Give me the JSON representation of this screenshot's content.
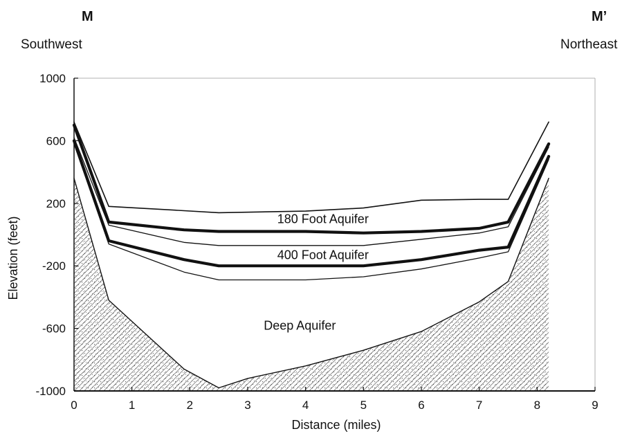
{
  "section": {
    "left_end": "M",
    "right_end": "M’",
    "left_direction": "Southwest",
    "right_direction": "Northeast"
  },
  "axes": {
    "xlabel": "Distance (miles)",
    "ylabel": "Elevation (feet)",
    "x_ticks": [
      "0",
      "1",
      "2",
      "3",
      "4",
      "5",
      "6",
      "7",
      "8",
      "9"
    ],
    "y_ticks": [
      "1000",
      "600",
      "200",
      "-200",
      "-600",
      "-1000"
    ],
    "xlim": [
      0,
      9
    ],
    "ylim": [
      -1000,
      1000
    ]
  },
  "aquifers": {
    "upper": "180 Foot Aquifer",
    "middle": "400 Foot Aquifer",
    "deep": "Deep Aquifer"
  },
  "profiles": {
    "ground_surface": [
      [
        0,
        720
      ],
      [
        0.6,
        180
      ],
      [
        1.8,
        155
      ],
      [
        2.5,
        140
      ],
      [
        4,
        150
      ],
      [
        5,
        170
      ],
      [
        6,
        220
      ],
      [
        7,
        225
      ],
      [
        7.5,
        225
      ],
      [
        8.2,
        720
      ]
    ],
    "top_180_clay": [
      [
        0,
        700
      ],
      [
        0.6,
        80
      ],
      [
        1.9,
        30
      ],
      [
        2.5,
        20
      ],
      [
        4,
        20
      ],
      [
        5,
        10
      ],
      [
        6,
        20
      ],
      [
        7,
        40
      ],
      [
        7.5,
        80
      ],
      [
        8.2,
        580
      ]
    ],
    "base_180_aquifer": [
      [
        0,
        620
      ],
      [
        0.6,
        60
      ],
      [
        1.9,
        -50
      ],
      [
        2.5,
        -70
      ],
      [
        4,
        -70
      ],
      [
        5,
        -70
      ],
      [
        6,
        -30
      ],
      [
        7,
        10
      ],
      [
        7.5,
        50
      ],
      [
        8.2,
        560
      ]
    ],
    "top_400_aquifer": [
      [
        0,
        600
      ],
      [
        0.6,
        -40
      ],
      [
        1.9,
        -160
      ],
      [
        2.5,
        -200
      ],
      [
        4,
        -200
      ],
      [
        5,
        -200
      ],
      [
        6,
        -160
      ],
      [
        7,
        -100
      ],
      [
        7.5,
        -80
      ],
      [
        8.2,
        500
      ]
    ],
    "base_400_aquifer": [
      [
        0,
        580
      ],
      [
        0.6,
        -60
      ],
      [
        1.9,
        -240
      ],
      [
        2.5,
        -290
      ],
      [
        4,
        -290
      ],
      [
        5,
        -270
      ],
      [
        6,
        -220
      ],
      [
        7,
        -150
      ],
      [
        7.5,
        -110
      ],
      [
        8.2,
        480
      ]
    ],
    "base_deep_aquifer": [
      [
        0,
        360
      ],
      [
        0.6,
        -420
      ],
      [
        1.9,
        -860
      ],
      [
        2.5,
        -980
      ],
      [
        3,
        -920
      ],
      [
        4,
        -840
      ],
      [
        5,
        -740
      ],
      [
        6,
        -620
      ],
      [
        7,
        -430
      ],
      [
        7.5,
        -300
      ],
      [
        8.2,
        360
      ]
    ]
  },
  "colors": {
    "line": "#111111",
    "hatch": "#555555",
    "stipple": "#333333"
  }
}
